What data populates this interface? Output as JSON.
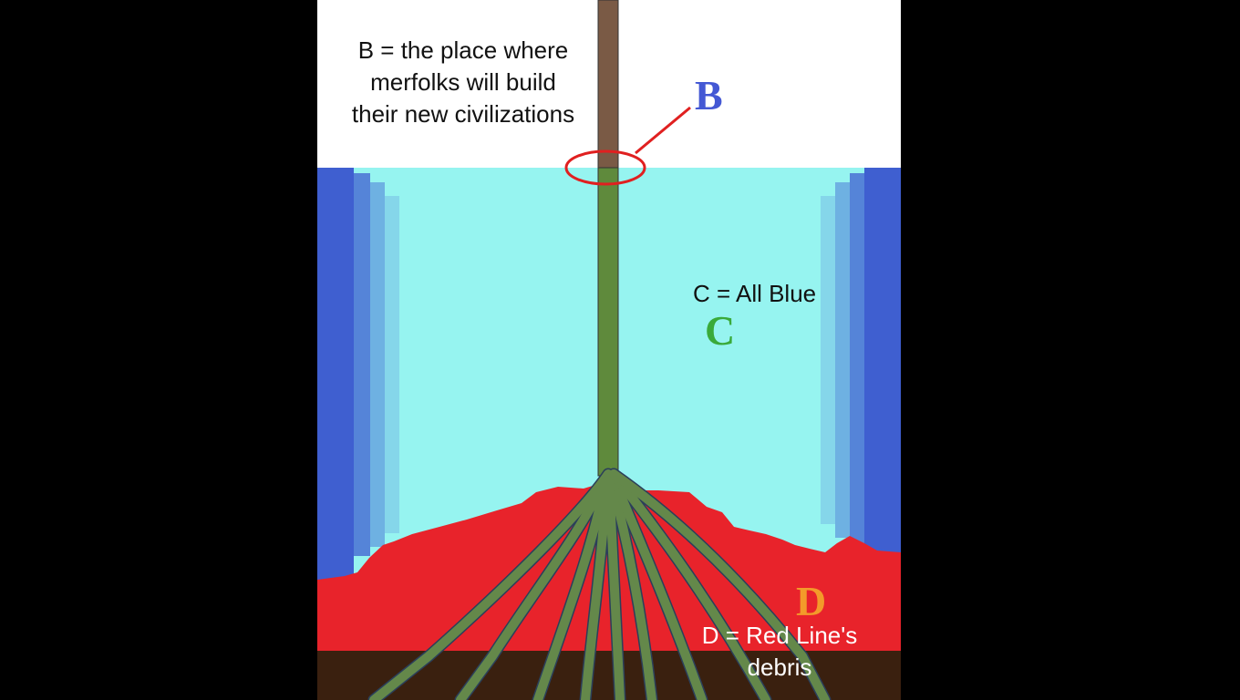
{
  "labels": {
    "b_letter": "B",
    "c_letter": "C",
    "d_letter": "D",
    "b_caption": [
      "B = the place where",
      "merfolks will build",
      "their new civilizations"
    ],
    "c_caption": "C = All Blue",
    "d_caption": [
      "D = Red Line's",
      "debris"
    ]
  },
  "colors": {
    "background": "#000000",
    "sky": "#ffffff",
    "sea": "#96f4f0",
    "sea_edge": "#3f5fd0",
    "debris": "#e8232b",
    "seabed": "#3a200f",
    "trunk_upper": "#7a5a45",
    "trunk_lower": "#5f8a3c",
    "roots": "#64884a",
    "marker": "#e02020",
    "b_letter": "#4458d4",
    "c_letter": "#3aaa3a",
    "d_letter": "#f39a2a",
    "caption_dark": "#111111",
    "caption_light": "#ffffff"
  }
}
